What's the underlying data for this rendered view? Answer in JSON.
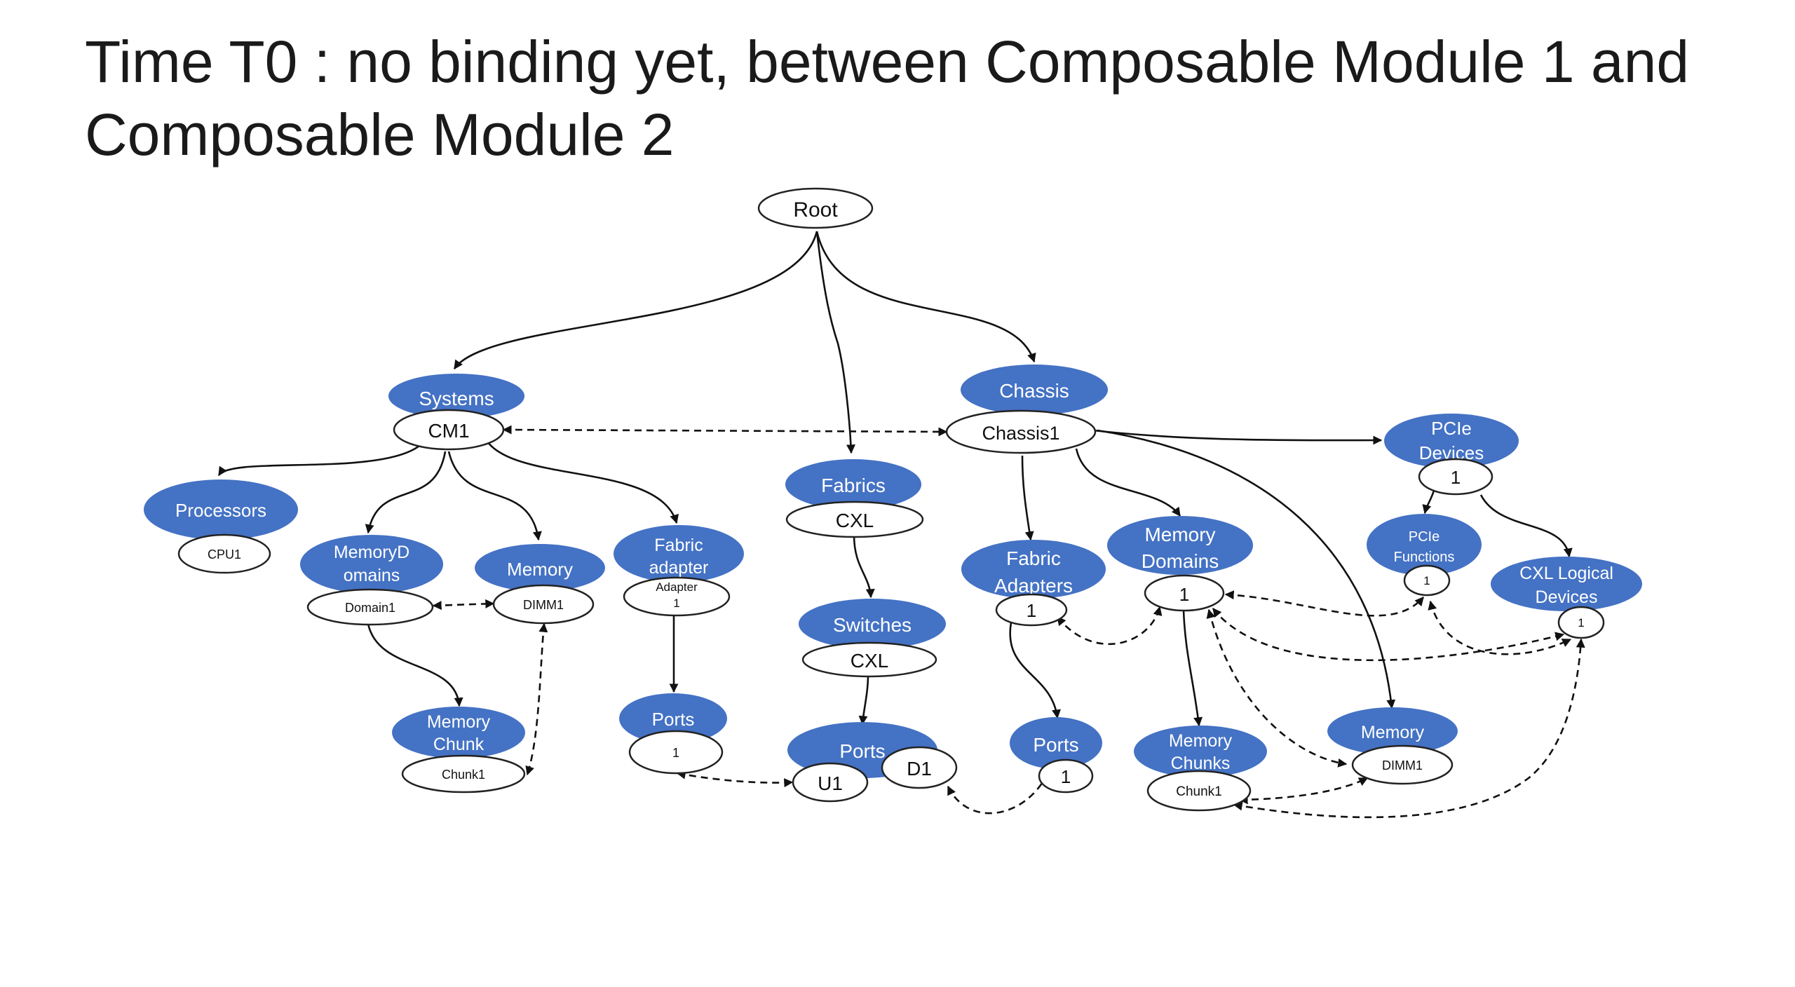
{
  "title": "Time T0 : no binding yet, between Composable Module 1 and Composable Module 2",
  "colors": {
    "collection": "#4472c4",
    "instance_fill": "#ffffff",
    "line": "#111111"
  },
  "nodes": {
    "root": "Root",
    "systems": "Systems",
    "cm1": "CM1",
    "processors": "Processors",
    "cpu1": "CPU1",
    "memory_domains_sys": [
      "MemoryD",
      "omains"
    ],
    "domain1": "Domain1",
    "memory_sys": "Memory",
    "dimm1_sys": "DIMM1",
    "fabric_adapter_sys": [
      "Fabric",
      "adapter"
    ],
    "adapter1_sys": [
      "Adapter",
      "1"
    ],
    "memory_chunk_sys": [
      "Memory",
      "Chunk"
    ],
    "chunk1_sys": "Chunk1",
    "ports_sys": "Ports",
    "port1_sys": "1",
    "fabrics": "Fabrics",
    "cxl_fabric": "CXL",
    "switches": "Switches",
    "cxl_switch": "CXL",
    "ports_switch": "Ports",
    "u1": "U1",
    "d1": "D1",
    "chassis": "Chassis",
    "chassis1": "Chassis1",
    "fabric_adapters_ch": [
      "Fabric",
      "Adapters"
    ],
    "fa1_ch": "1",
    "ports_ch": "Ports",
    "port1_ch": "1",
    "memory_domains_ch": [
      "Memory",
      "Domains"
    ],
    "md1_ch": "1",
    "memory_chunks_ch": [
      "Memory",
      "Chunks"
    ],
    "chunk1_ch": "Chunk1",
    "memory_ch": "Memory",
    "dimm1_ch": "DIMM1",
    "pcie_devices": [
      "PCIe",
      "Devices"
    ],
    "pcie1": "1",
    "pcie_functions": [
      "PCIe",
      "Functions"
    ],
    "pf1": "1",
    "cxl_logical_devices": [
      "CXL Logical",
      "Devices"
    ],
    "cld1": "1"
  }
}
